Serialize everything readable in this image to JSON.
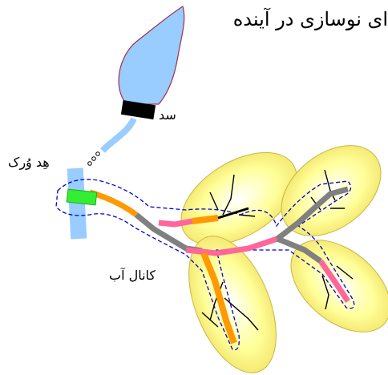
{
  "title": "ای نوسازی در آینده",
  "labels": {
    "dam": "سد",
    "headwork": "هِد وُرک",
    "canal": "کانال آب"
  },
  "colors": {
    "reservoir": "#99ccff",
    "reservoir_outline": "#a0304a",
    "dam": "#000000",
    "field_fill": "#ffff99",
    "canal_main": "#808080",
    "canal_orange": "#ff9900",
    "canal_pink": "#ff6699",
    "boundary": "#0000cc",
    "gate": "#33ee33",
    "headwork_pipe": "#99ccff"
  }
}
